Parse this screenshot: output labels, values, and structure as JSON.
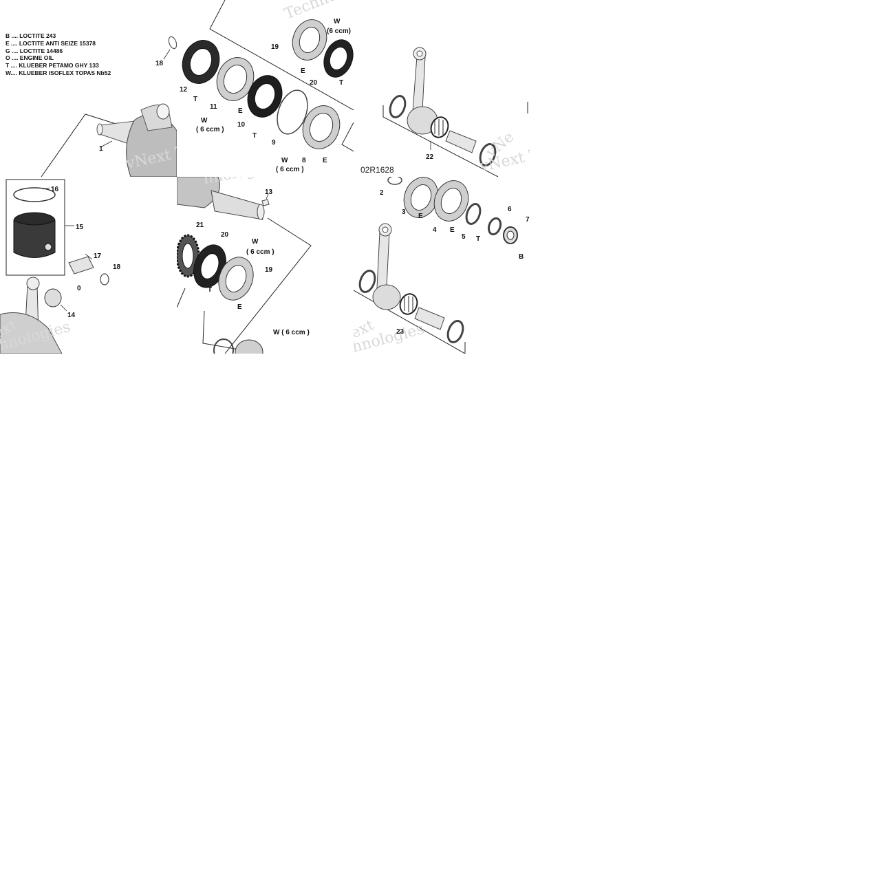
{
  "legend": {
    "items": [
      "B .... LOCTITE 243",
      "E .... LOCTITE ANTI SEIZE 15378",
      "G .... LOCTITE 14486",
      "O .... ENGINE OIL",
      "T .... KLUEBER PETAMO GHY 133",
      "W.... KLUEBER ISOFLEX TOPAS Nb52"
    ]
  },
  "diagram_ref": "02R1628",
  "watermark": {
    "a": "vNext Te",
    "b": "Techno",
    "c": "vNext Tec",
    "d": "ext",
    "e": "hnologies",
    "f": "vNe"
  },
  "callouts": {
    "t1": {
      "n18": "18",
      "n1": "1"
    },
    "t2": {
      "n12": "12",
      "n11": "11",
      "n10": "10",
      "n9": "9",
      "n8": "8",
      "n19": "19",
      "n20": "20",
      "w6": "W",
      "ccm_a": "(6 ccm)",
      "w_a": "W",
      "ccm_b": "( 6 ccm )",
      "w_b": "W",
      "ccm_c": "( 6 ccm )",
      "t_a": "T",
      "t_b": "T",
      "t_c": "T",
      "e_a": "E",
      "e_b": "E",
      "e_c": "E"
    },
    "t3": {
      "n22": "22"
    },
    "t4": {
      "n16": "16",
      "n15": "15",
      "n17": "17",
      "n18": "18",
      "n14": "14",
      "o": "0"
    },
    "t5": {
      "n13": "13",
      "n21": "21",
      "n20": "20",
      "n19": "19",
      "w": "W",
      "ccm": "( 6 ccm )",
      "t": "T",
      "e": "E",
      "w2": "W ( 6 ccm )"
    },
    "t6": {
      "n2": "2",
      "n3": "3",
      "n4": "4",
      "n5": "5",
      "n6": "6",
      "n7": "7",
      "n23": "23",
      "e1": "E",
      "e2": "E",
      "t": "T",
      "b": "B"
    }
  }
}
